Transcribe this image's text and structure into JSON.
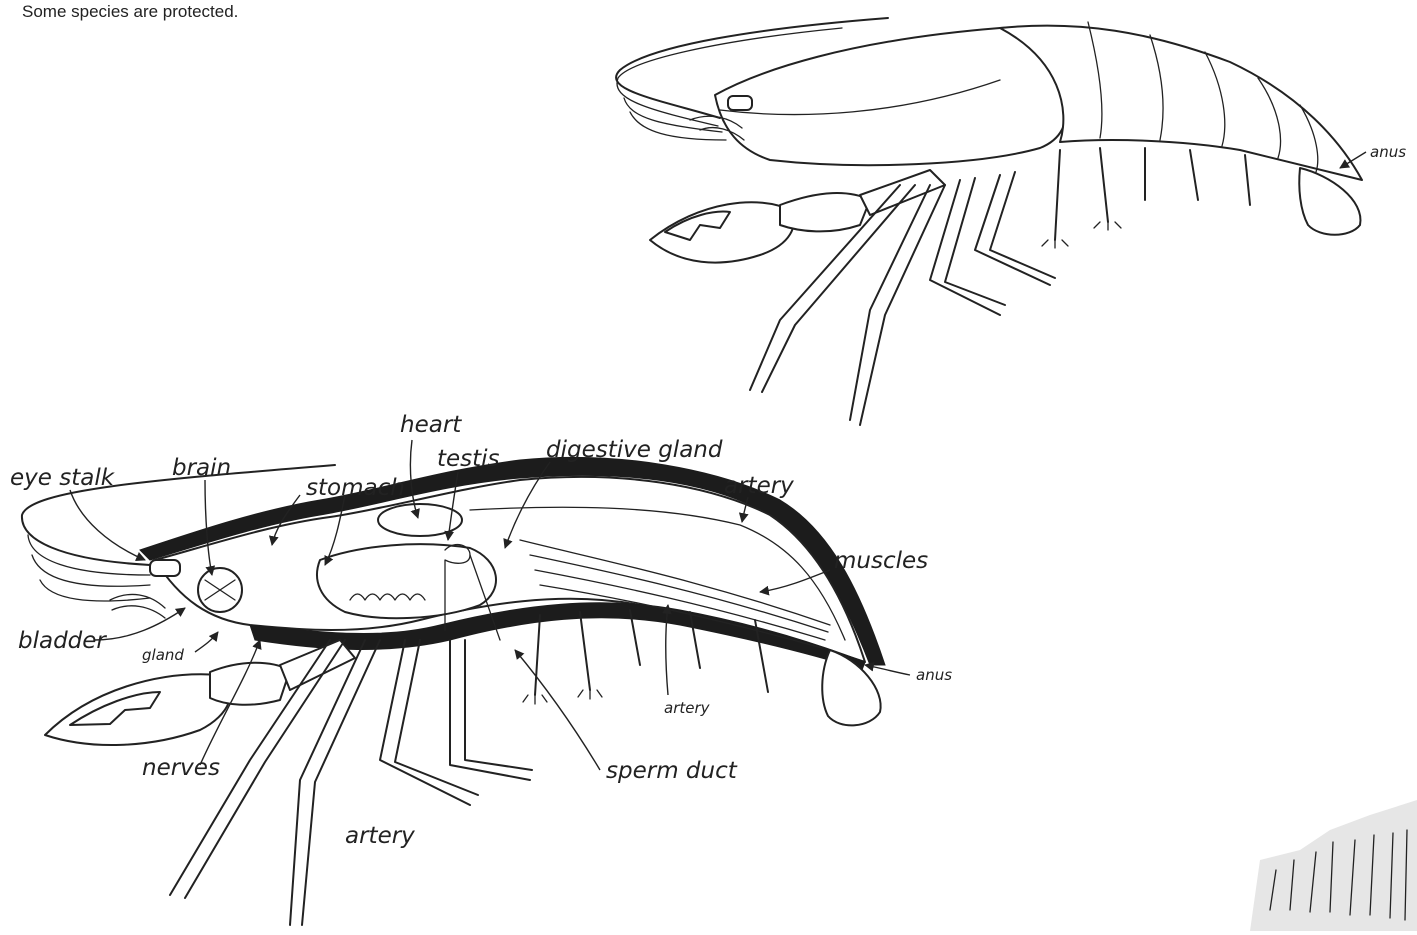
{
  "caption": "Some species are protected.",
  "top_figure": {
    "labels": {
      "anus": "anus"
    }
  },
  "bottom_figure": {
    "labels": {
      "heart": "heart",
      "testis": "testis",
      "digestive_gland": "digestive gland",
      "eye_stalk": "eye stalk",
      "brain": "brain",
      "stomach": "stomach",
      "artery_top": "artery",
      "muscles": "muscles",
      "bladder": "bladder",
      "gland": "gland",
      "anus": "anus",
      "artery_mid": "artery",
      "nerves": "nerves",
      "sperm_duct": "sperm duct",
      "artery_bottom": "artery"
    }
  }
}
